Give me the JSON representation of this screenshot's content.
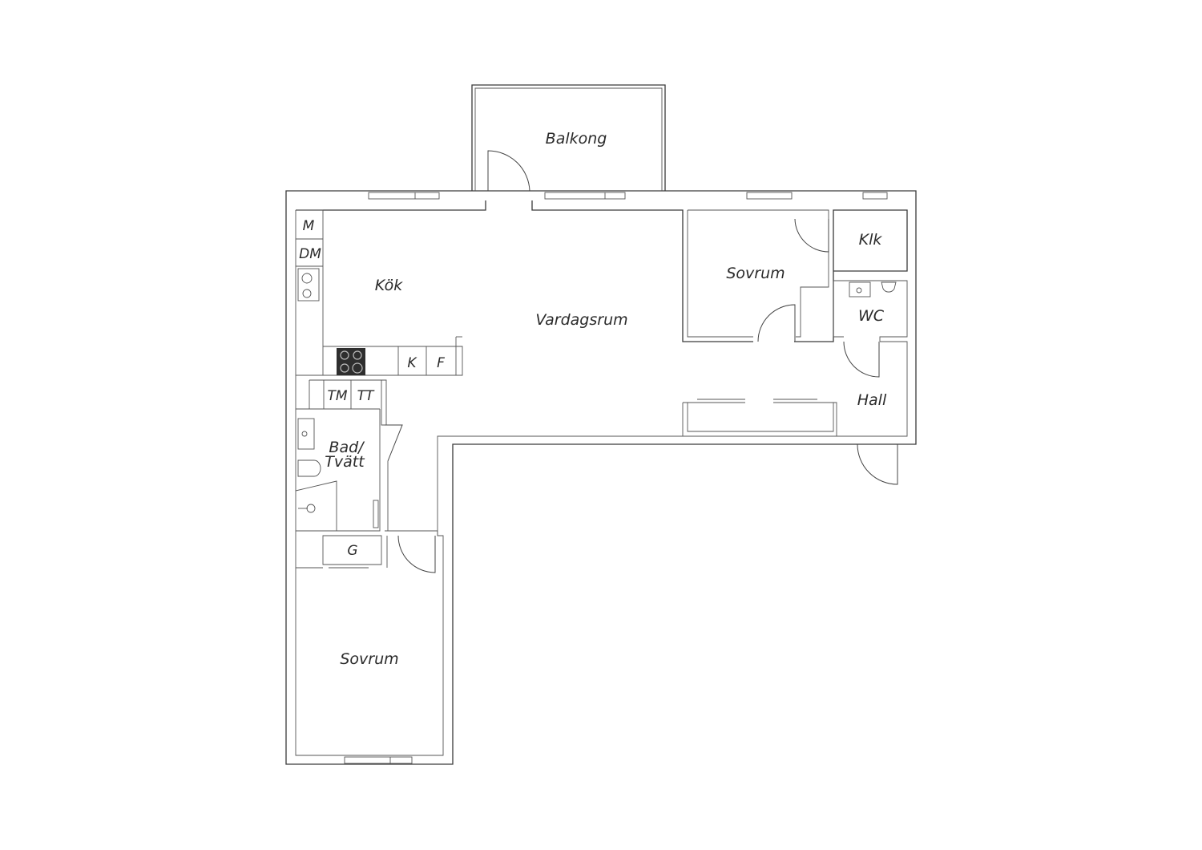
{
  "rooms": {
    "balkong": "Balkong",
    "kok": "Kök",
    "vardagsrum": "Vardagsrum",
    "sovrum_top": "Sovrum",
    "klk": "Klk",
    "wc": "WC",
    "hall": "Hall",
    "bad_line1": "Bad/",
    "bad_line2": "Tvätt",
    "sovrum_bottom": "Sovrum"
  },
  "fixtures": {
    "m": "M",
    "dm": "DM",
    "k": "K",
    "f": "F",
    "tm": "TM",
    "tt": "TT",
    "g": "G"
  },
  "icons": [
    "sink-icon",
    "stove-icon",
    "toilet-icon",
    "shower-icon",
    "washbasin-icon"
  ]
}
